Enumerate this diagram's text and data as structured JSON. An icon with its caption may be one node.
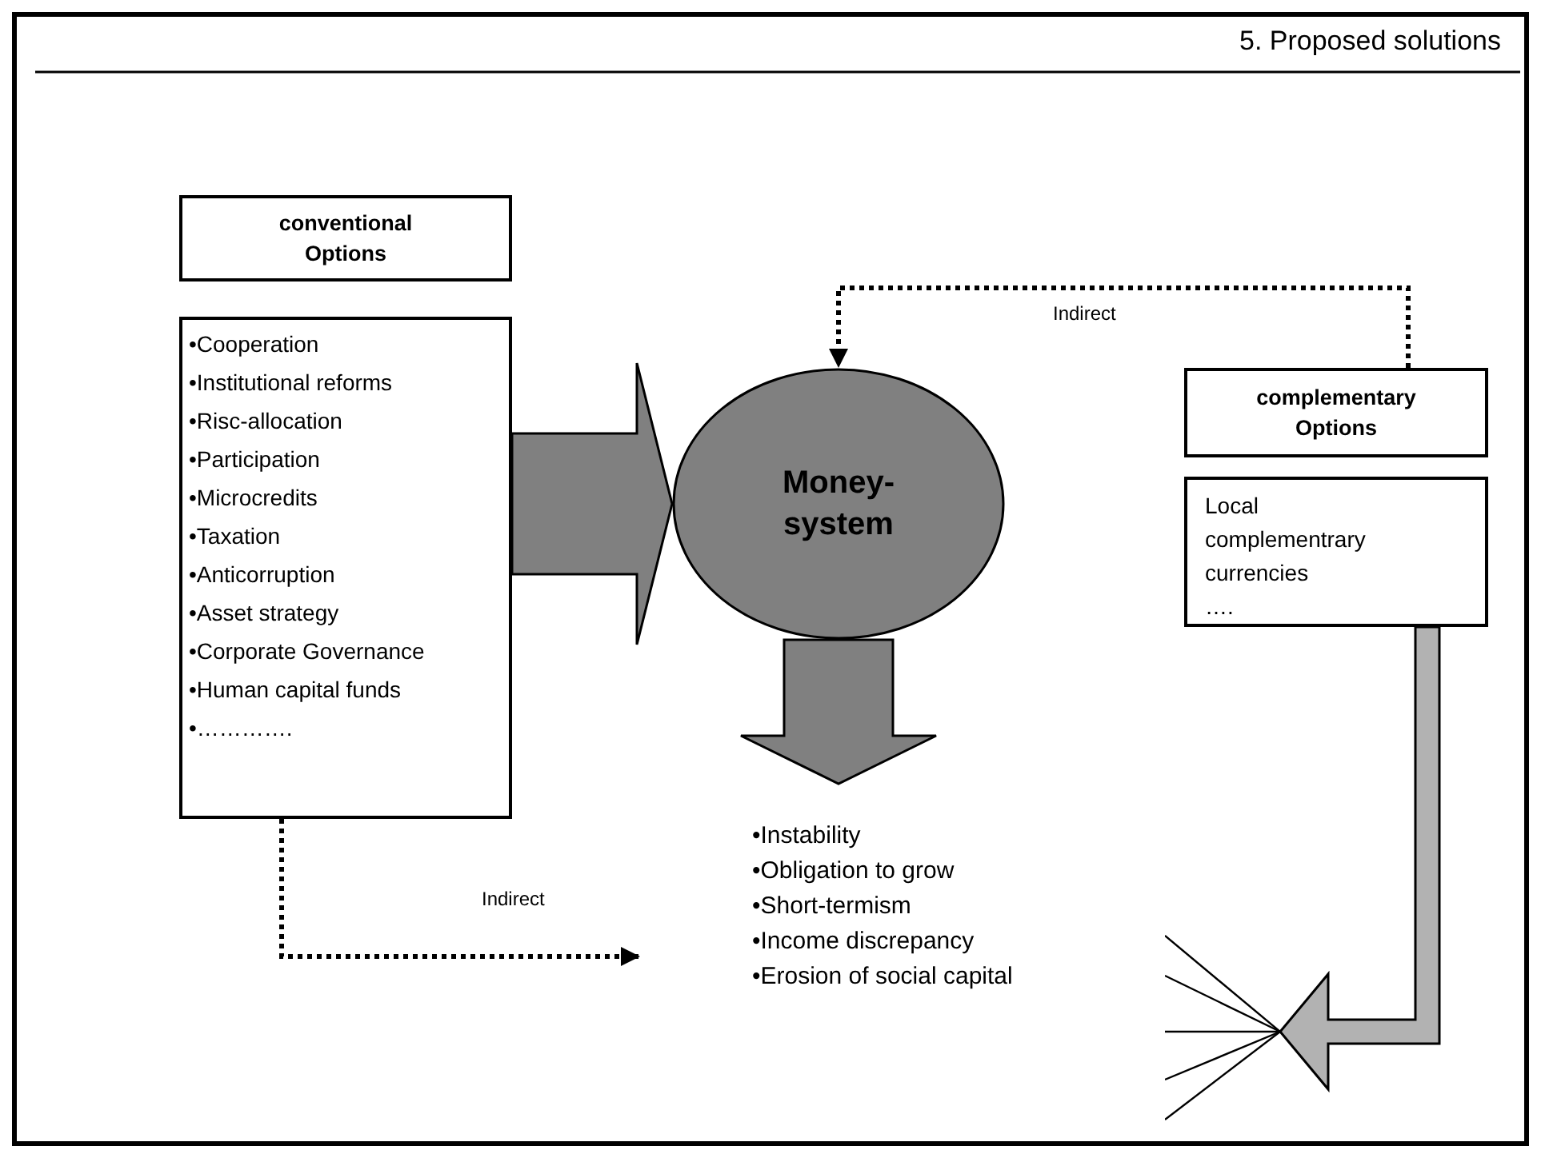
{
  "diagram": {
    "nodes": [
      {
        "text": [
          "conventional Options"
        ]
      },
      {
        "text": [
          "•Cooperation",
          "•Institutional reforms",
          "•Risc-allocation",
          "•Participation",
          "•Microcredits",
          "•Taxation",
          "•Anticorruption",
          "•Asset strategy",
          "•Corporate Governance",
          "•Human capital funds",
          "•…………."
        ]
      },
      {
        "text": [
          "Money- system"
        ]
      },
      {
        "text": [
          "complementary Options"
        ]
      },
      {
        "text": [
          "Local complementrary currencies",
          "…."
        ]
      },
      {
        "text": [
          "•Instability",
          "•Obligation to grow",
          "•Short-termism",
          "•Income discrepancy",
          "•Erosion of social capital"
        ]
      },
      {
        "text": [],
        "shape": "picture"
      }
    ],
    "edges": [
      {
        "from": 1,
        "to": 2,
        "arrow": "to",
        "style": "thick",
        "color": "#808080"
      },
      {
        "from": 2,
        "to": 5,
        "arrow": "to",
        "style": "thick",
        "color": "#808080"
      },
      {
        "from": 3,
        "to": 2,
        "arrow": "to",
        "style": "dashed",
        "label": "Indirect"
      },
      {
        "from": 1,
        "to": 5,
        "arrow": "to",
        "style": "dashed",
        "label": "Indirect"
      },
      {
        "from": 4,
        "to": 6,
        "arrow": "to",
        "style": "thick",
        "color": "#b2b2b2"
      }
    ],
    "labels": [
      "5. Proposed solutions"
    ]
  }
}
